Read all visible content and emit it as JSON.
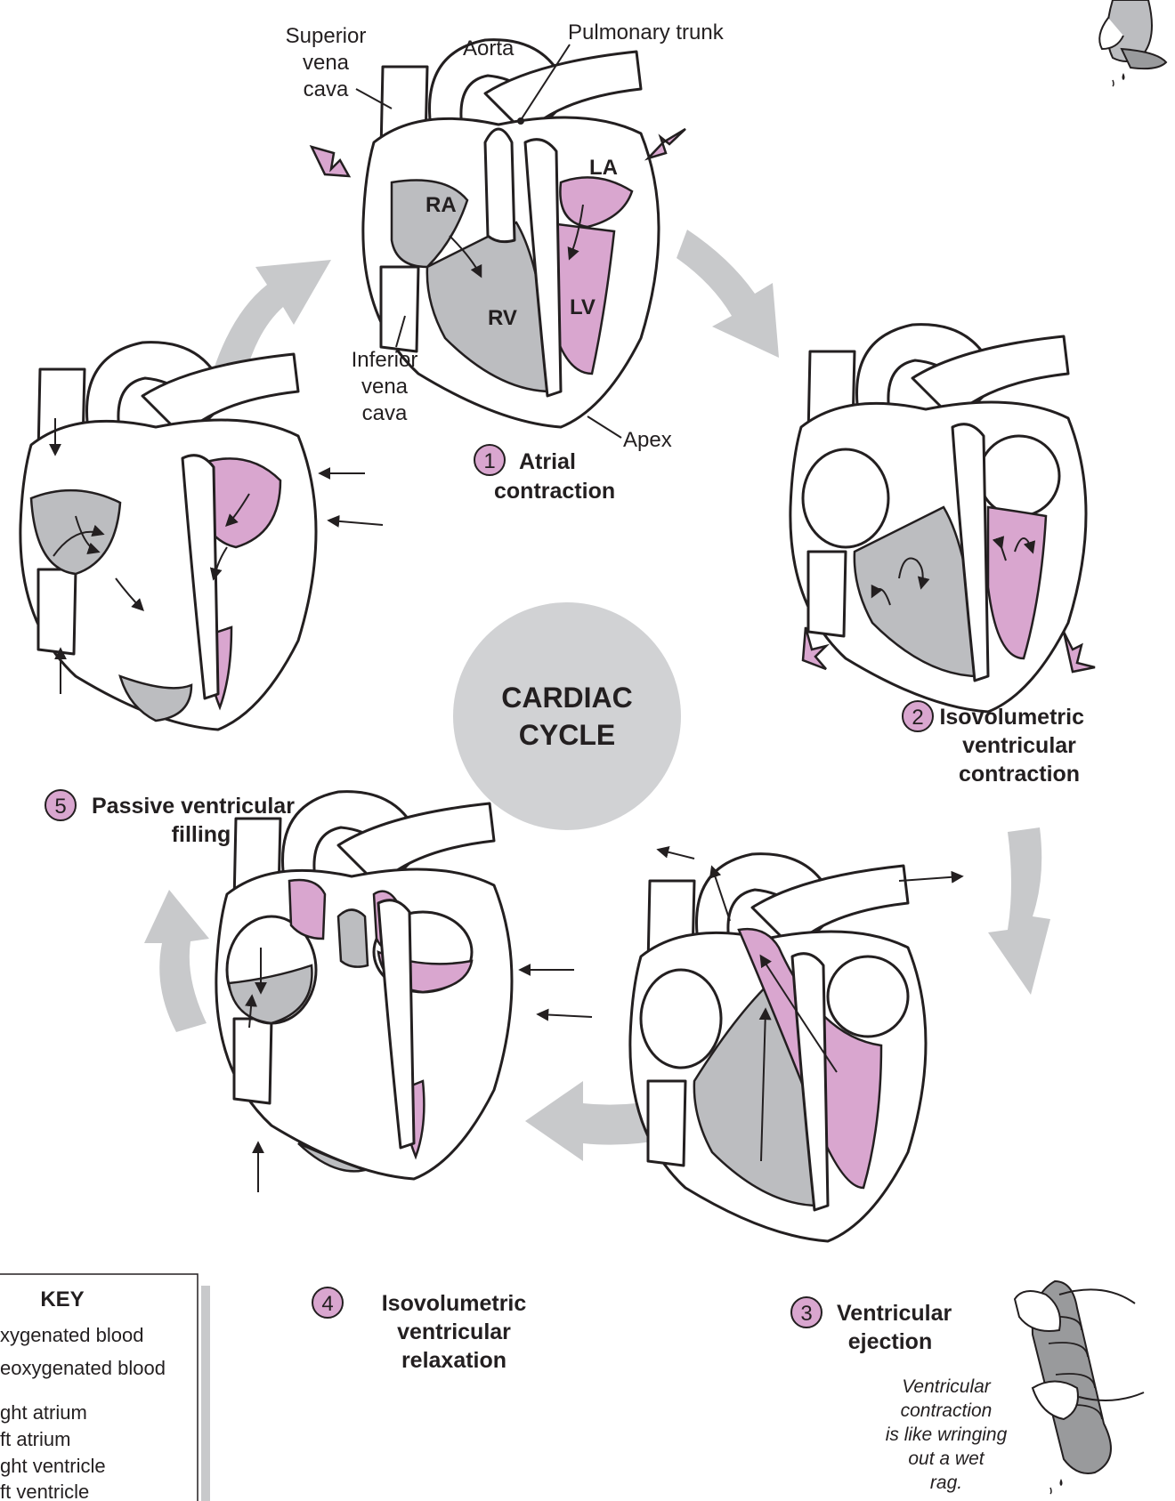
{
  "labels": {
    "superior_vena_cava": [
      "Superior",
      "vena",
      "cava"
    ],
    "aorta": "Aorta",
    "pulmonary_trunk": "Pulmonary trunk",
    "inferior_vena_cava": [
      "Inferior",
      "vena",
      "cava"
    ],
    "apex": "Apex",
    "ra": "RA",
    "la": "LA",
    "rv": "RV",
    "lv": "LV"
  },
  "center": [
    "CARDIAC",
    "CYCLE"
  ],
  "stages": [
    {
      "number": "1",
      "title": [
        "Atrial",
        "contraction"
      ]
    },
    {
      "number": "2",
      "title": [
        "Isovolumetric",
        "ventricular",
        "contraction"
      ]
    },
    {
      "number": "3",
      "title": [
        "Ventricular",
        "ejection"
      ]
    },
    {
      "number": "4",
      "title": [
        "Isovolumetric",
        "ventricular",
        "relaxation"
      ]
    },
    {
      "number": "5",
      "title": [
        "Passive ventricular",
        "filling"
      ]
    }
  ],
  "note": [
    "Ventricular",
    "contraction",
    "is like wringing",
    "out a wet",
    "rag."
  ],
  "key": {
    "heading": "KEY",
    "rows": [
      "xygenated blood",
      "eoxygenated blood",
      "ght atrium",
      "ft atrium",
      "ght ventricle",
      "ft ventricle"
    ]
  },
  "colors": {
    "oxygenated": "#d9a6cf",
    "deoxygenated": "#bcbdc0",
    "cycle_arrow": "#c8c9cb",
    "center_circle": "#d1d2d4"
  }
}
